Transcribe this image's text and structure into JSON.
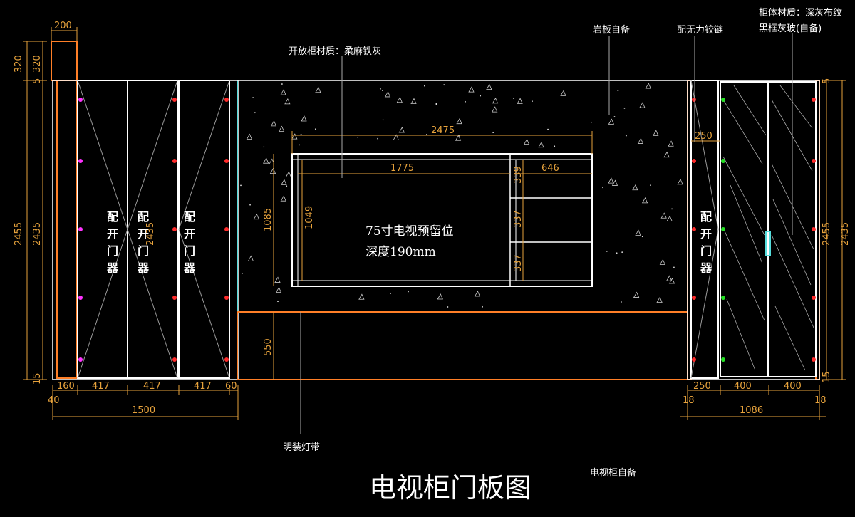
{
  "title": "电视柜门板图",
  "notes": {
    "open_cabinet_material": "开放柜材质：柔麻铁灰",
    "stone_slab": "岩板自备",
    "hinge": "配无力铰链",
    "cabinet_material_line1": "柜体材质：深灰布纹",
    "cabinet_material_line2": "黑框灰玻(自备)",
    "led_strip": "明装灯带",
    "tv_cabinet_self": "电视柜自备",
    "tv_reserve_line1": "75寸电视预留位",
    "tv_reserve_line2": "深度190mm"
  },
  "door_label_chars": [
    "配",
    "开",
    "门",
    "器"
  ],
  "dimensions": {
    "top_col_width": "200",
    "left_320a": "320",
    "left_320b": "320",
    "left_5": "5",
    "left_2455": "2455",
    "left_2435": "2435",
    "left_15": "15",
    "bottom_160": "160",
    "bottom_40": "40",
    "bottom_417a": "417",
    "bottom_417b": "417",
    "bottom_417c": "417",
    "bottom_60": "60",
    "bottom_1500": "1500",
    "mid_2475": "2475",
    "mid_1775": "1775",
    "mid_646": "646",
    "mid_1085": "1085",
    "mid_1049": "1049",
    "mid_339": "339",
    "mid_337a": "337",
    "mid_337b": "337",
    "mid_550": "550",
    "mid_door_2435": "2435",
    "right_250_top": "250",
    "right_250_bottom": "250",
    "right_400a": "400",
    "right_400b": "400",
    "right_18a": "18",
    "right_18b": "18",
    "right_1086": "1086",
    "right_5": "5",
    "right_2455": "2455",
    "right_2435": "2435",
    "right_15": "15"
  },
  "colors": {
    "dimension": "#e6a23c",
    "panel_outline": "#ffffff",
    "cabinet_edge": "#ff7f27",
    "hinge_red": "#ff2a2a",
    "hinge_magenta": "#ff33ff",
    "hinge_green": "#22dd22",
    "cyan": "#55dddd"
  }
}
